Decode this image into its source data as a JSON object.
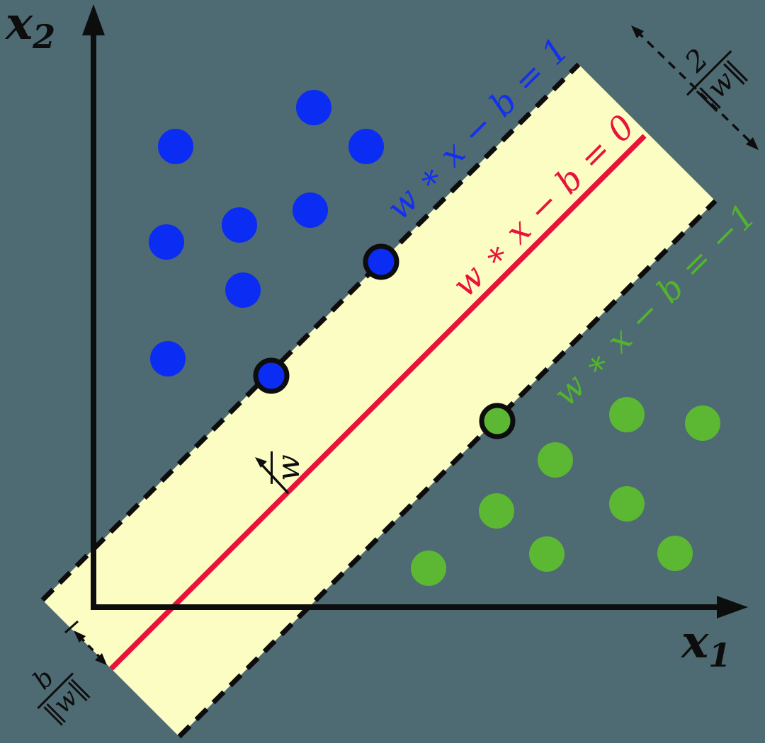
{
  "axes": {
    "x": {
      "base": "x",
      "sub": "1"
    },
    "y": {
      "base": "x",
      "sub": "2"
    }
  },
  "equations": {
    "upper_margin": {
      "text": "w ∗ x − b = 1",
      "color": "#1230f0"
    },
    "decision_boundary": {
      "text": "w ∗ x − b = 0",
      "color": "#e8123a"
    },
    "lower_margin": {
      "text": "w ∗ x − b = −1",
      "color": "#53b32e"
    }
  },
  "annotations": {
    "margin_width": {
      "num": "2",
      "den": "‖w‖"
    },
    "bias_offset": {
      "num": "b",
      "den": "‖w‖"
    },
    "normal_vector": {
      "label": "w"
    }
  },
  "colors": {
    "background": "#4e6a72",
    "margin_band": "#fcfdc2",
    "blue_class": "#0b2cf2",
    "green_class": "#5cb832",
    "decision_line": "#e8123a",
    "ink": "#0d0d0d"
  },
  "points": {
    "blue": [
      [
        443,
        152
      ],
      [
        248,
        207
      ],
      [
        517,
        207
      ],
      [
        438,
        297
      ],
      [
        338,
        318
      ],
      [
        235,
        342
      ],
      [
        343,
        410
      ],
      [
        237,
        507
      ]
    ],
    "green": [
      [
        885,
        586
      ],
      [
        992,
        598
      ],
      [
        784,
        650
      ],
      [
        885,
        712
      ],
      [
        701,
        722
      ],
      [
        772,
        783
      ],
      [
        953,
        782
      ],
      [
        605,
        803
      ]
    ],
    "blue_support": [
      [
        538,
        370
      ],
      [
        383,
        531
      ]
    ],
    "green_support": [
      [
        702,
        595
      ]
    ]
  }
}
